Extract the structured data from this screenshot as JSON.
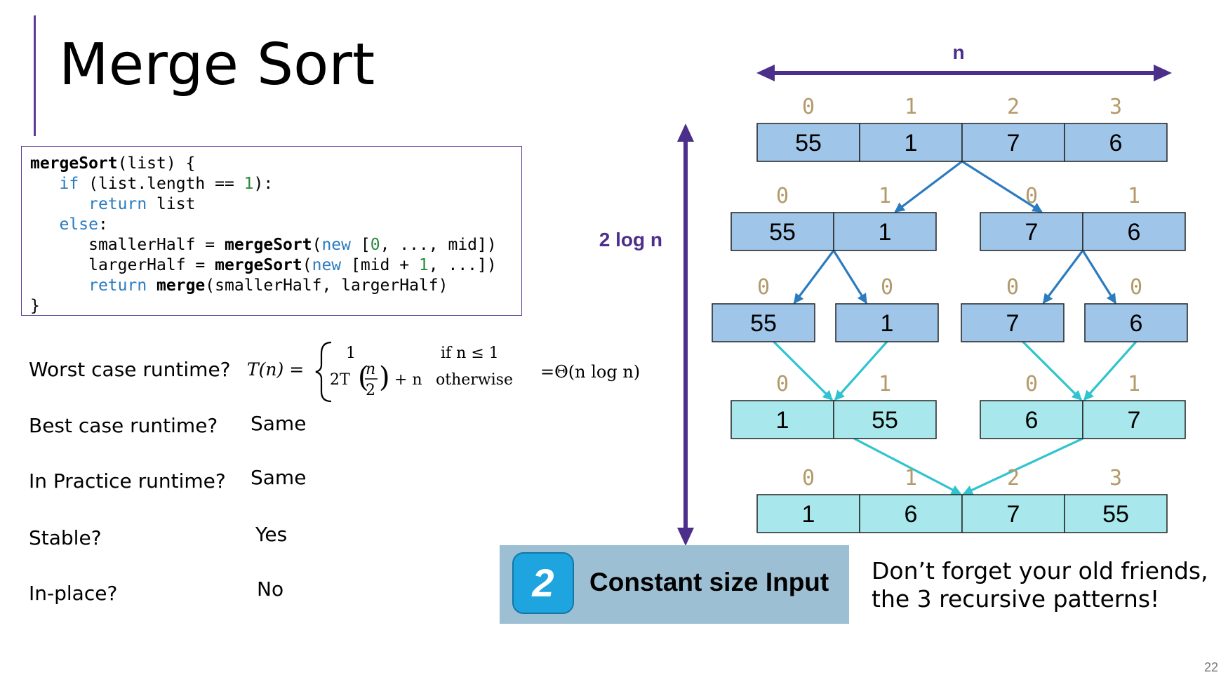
{
  "title": "Merge Sort",
  "code": {
    "l1": {
      "fn": "mergeSort",
      "rest": "(list) {"
    },
    "l2": {
      "kw": "if",
      "a": " (list.length == ",
      "num": "1",
      "b": "):"
    },
    "l3": {
      "kw": "return",
      "rest": " list"
    },
    "l4": {
      "kw": "else",
      "rest": ":"
    },
    "l5": {
      "a": "smallerHalf = ",
      "fn": "mergeSort",
      "p": "(",
      "kw": "new",
      "b": " [",
      "num": "0",
      "c": ", ..., mid])"
    },
    "l6": {
      "a": "largerHalf = ",
      "fn": "mergeSort",
      "p": "(",
      "kw": "new",
      "b": " [mid + ",
      "num": "1",
      "c": ", ...])"
    },
    "l7": {
      "kw": "return",
      "sp": " ",
      "fn": "merge",
      "rest": "(smallerHalf, largerHalf)"
    },
    "l8": "}"
  },
  "questions": [
    {
      "q": "Worst case runtime?",
      "a": ""
    },
    {
      "q": "Best case runtime?",
      "a": "Same"
    },
    {
      "q": "In Practice runtime?",
      "a": "Same"
    },
    {
      "q": "Stable?",
      "a": "Yes"
    },
    {
      "q": "In-place?",
      "a": "No"
    }
  ],
  "formula": {
    "lhs": "T(n) =",
    "case1_val": "1",
    "case1_cond": "if n ≤ 1",
    "case2_coef": "2T",
    "case2_num": "n",
    "case2_den": "2",
    "case2_tail": "+ n",
    "case2_cond": "otherwise",
    "result": "=Θ(n log n)"
  },
  "diagram": {
    "width_label": "n",
    "height_label": "2 log n",
    "levels": [
      {
        "arrays": [
          {
            "cells": [
              "55",
              "1",
              "7",
              "6"
            ],
            "indices": [
              "0",
              "1",
              "2",
              "3"
            ],
            "color": "#9fc5e8"
          }
        ]
      },
      {
        "arrays": [
          {
            "cells": [
              "55",
              "1"
            ],
            "indices": [
              "0",
              "1"
            ],
            "color": "#9fc5e8"
          },
          {
            "cells": [
              "7",
              "6"
            ],
            "indices": [
              "0",
              "1"
            ],
            "color": "#9fc5e8"
          }
        ]
      },
      {
        "arrays": [
          {
            "cells": [
              "55"
            ],
            "indices": [
              "0"
            ],
            "color": "#9fc5e8"
          },
          {
            "cells": [
              "1"
            ],
            "indices": [
              "0"
            ],
            "color": "#9fc5e8"
          },
          {
            "cells": [
              "7"
            ],
            "indices": [
              "0"
            ],
            "color": "#9fc5e8"
          },
          {
            "cells": [
              "6"
            ],
            "indices": [
              "0"
            ],
            "color": "#9fc5e8"
          }
        ]
      },
      {
        "arrays": [
          {
            "cells": [
              "1",
              "55"
            ],
            "indices": [
              "0",
              "1"
            ],
            "color": "#a8e8ec"
          },
          {
            "cells": [
              "6",
              "7"
            ],
            "indices": [
              "0",
              "1"
            ],
            "color": "#a8e8ec"
          }
        ]
      },
      {
        "arrays": [
          {
            "cells": [
              "1",
              "6",
              "7",
              "55"
            ],
            "indices": [
              "0",
              "1",
              "2",
              "3"
            ],
            "color": "#a8e8ec"
          }
        ]
      }
    ],
    "split_arrow_color": "#2a7bc0",
    "merge_arrow_color": "#2fc4cf",
    "dim_arrow_color": "#4b2f8a"
  },
  "pattern": {
    "number": "2",
    "label": "Constant size Input"
  },
  "note": {
    "line1": "Don’t forget your old friends,",
    "line2": "the 3 recursive patterns!"
  },
  "page_number": "22"
}
